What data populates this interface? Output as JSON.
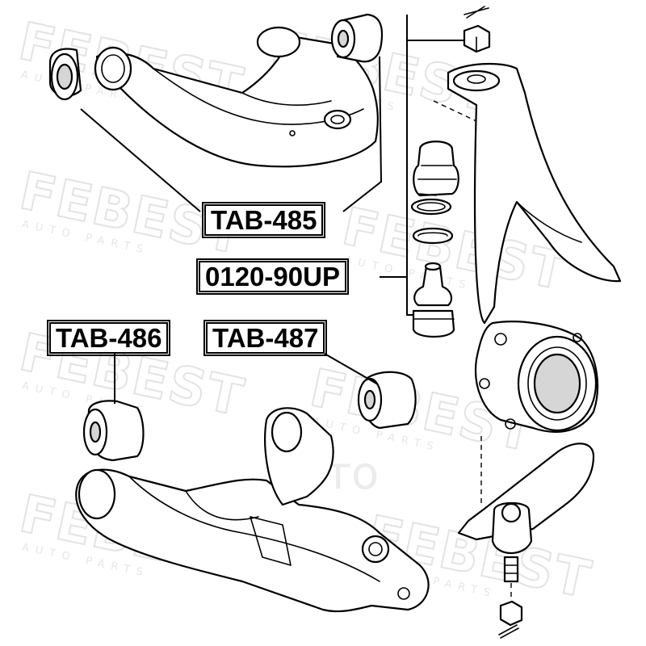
{
  "watermark": {
    "logo": "FEBEST",
    "subtitle": "AUTO PARTS",
    "brand": "авто"
  },
  "labels": {
    "upper_arm_bushing": "TAB-485",
    "ball_joint": "0120-90UP",
    "lower_arm_bushing_front": "TAB-486",
    "lower_arm_bushing_rear": "TAB-487"
  }
}
